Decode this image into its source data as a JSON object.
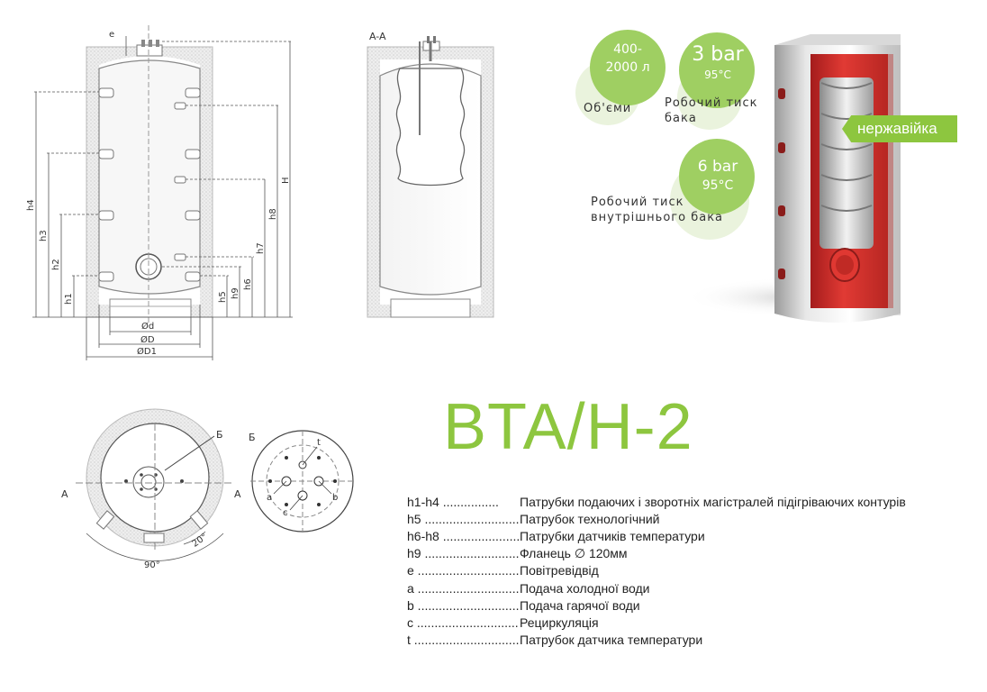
{
  "title": "BTA/H-2",
  "badge": "нержавійка",
  "stats": [
    {
      "value": "400-\n2000 л",
      "label": "Об'єми"
    },
    {
      "value": "3 bar",
      "sub": "95°C",
      "label": "Робочий тиск\nбака"
    },
    {
      "value": "6 bar",
      "sub": "95°C",
      "label": "Робочий тиск\nвнутрішнього бака"
    }
  ],
  "legend": [
    {
      "code": "h1-h4 ................",
      "desc": "Патрубки подаючих і зворотніх магістралей підігріваючих контурів"
    },
    {
      "code": "h5 ...............................",
      "desc": "Патрубок технологічний"
    },
    {
      "code": "h6-h8 ...........................",
      "desc": "Патрубки датчиків температури"
    },
    {
      "code": "h9 ...............................",
      "desc": "Фланець ∅ 120мм"
    },
    {
      "code": "e ....................................",
      "desc": "Повітревідвід"
    },
    {
      "code": "a ....................................",
      "desc": "Подача холодної води"
    },
    {
      "code": "b ....................................",
      "desc": "Подача гарячої води"
    },
    {
      "code": "c ....................................",
      "desc": "Рециркуляція"
    },
    {
      "code": "t ....................................",
      "desc": "Патрубок датчика температури"
    }
  ],
  "diagram": {
    "left_dims": [
      "h1",
      "h2",
      "h3",
      "h4"
    ],
    "right_dims": [
      "h5",
      "h9",
      "h6",
      "h7",
      "h8",
      "H"
    ],
    "top_label": "e",
    "bottom_dims": [
      "Ød",
      "ØD",
      "ØD1"
    ],
    "section_label": "A-A",
    "plan_labels": {
      "a_left": "A",
      "a_right": "A",
      "b": "Б",
      "angle_90": "90°",
      "angle_20": "20°"
    },
    "detail": {
      "title": "Б",
      "t": "t",
      "a": "a",
      "b": "b",
      "c": "c"
    }
  },
  "colors": {
    "accent": "#8dc63f",
    "circle": "#dcebc8",
    "circle_dark": "#9fcf62",
    "tank_red": "#d9332f"
  }
}
